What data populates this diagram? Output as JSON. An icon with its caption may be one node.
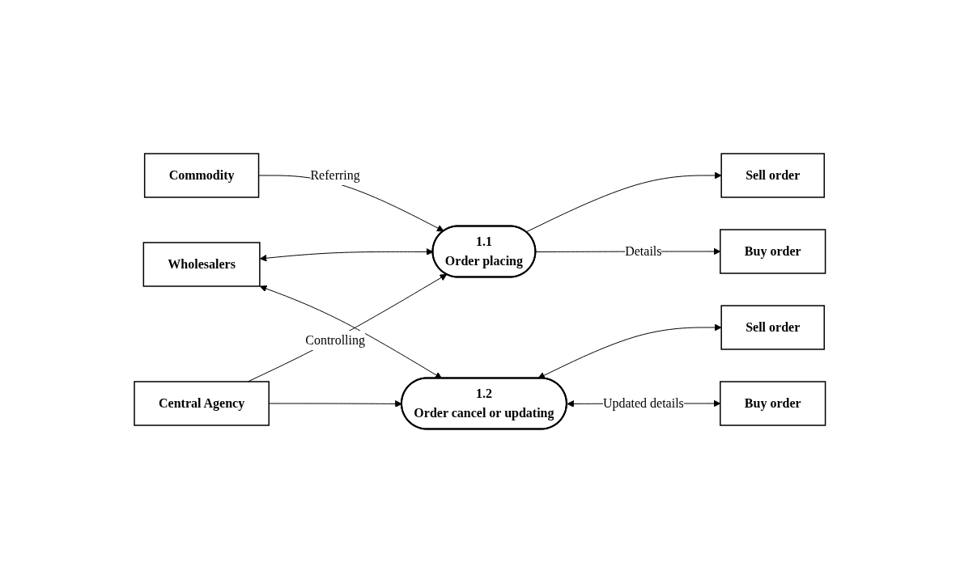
{
  "diagram": {
    "nodes": [
      {
        "text": [
          "1.1",
          "Order placing"
        ]
      },
      {
        "text": [
          "Commodity"
        ]
      },
      {
        "text": [
          "Sell order"
        ]
      },
      {
        "text": [
          "Buy order"
        ]
      },
      {
        "text": [
          "Wholesalers"
        ]
      },
      {
        "text": [
          "Central Agency"
        ]
      },
      {
        "text": [
          "1.2",
          "Order cancel or updating"
        ]
      },
      {
        "text": [
          "Sell order"
        ]
      },
      {
        "text": [
          "Buy order"
        ]
      }
    ],
    "edges": [
      {
        "from": 1,
        "to": 0,
        "arrow": "to",
        "label": "Referring"
      },
      {
        "from": 0,
        "to": 2,
        "arrow": "to"
      },
      {
        "from": 0,
        "to": 3,
        "arrow": "to",
        "label": "Details"
      },
      {
        "from": 4,
        "to": 0,
        "arrow": "both"
      },
      {
        "from": 5,
        "to": 0,
        "arrow": "to",
        "label": "Controlling"
      },
      {
        "from": 5,
        "to": 6,
        "arrow": "to"
      },
      {
        "from": 4,
        "to": 6,
        "arrow": "both"
      },
      {
        "from": 6,
        "to": 7,
        "arrow": "both"
      },
      {
        "from": 6,
        "to": 8,
        "arrow": "both",
        "label": "Updated details"
      }
    ]
  }
}
